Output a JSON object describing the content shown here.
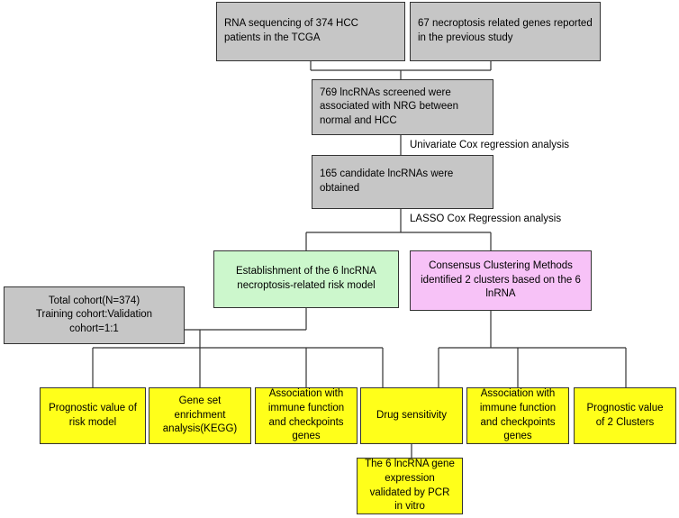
{
  "boxes": {
    "rna_seq": "RNA sequencing of 374 HCC patients in the TCGA",
    "genes67": "67 necroptosis related genes reported in the previous study",
    "lnc769": "769 lncRNAs screened were associated with NRG between normal and HCC",
    "cand165": "165 candidate lncRNAs were obtained",
    "risk_model": "Establishment of the 6 lncRNA necroptosis-related risk model",
    "consensus": "Consensus Clustering Methods identified 2 clusters based on the 6 lnRNA",
    "cohort_line1": "Total cohort(N=374)",
    "cohort_line2": "Training cohort:Validation cohort=1:1",
    "prog_risk": "Prognostic value of risk model",
    "gsea": "Gene set enrichment analysis(KEGG)",
    "immune1": "Association with immune function and checkpoints genes",
    "drug": "Drug sensitivity",
    "immune2": "Association with immune function and checkpoints genes",
    "prog_clusters": "Prognostic value of  2 Clusters",
    "pcr": "The 6 lncRNA gene expression validated by PCR in vitro"
  },
  "labels": {
    "univariate": "Univariate Cox regression analysis",
    "lasso": "LASSO Cox Regression analysis"
  },
  "colors": {
    "gray": "#c6c6c6",
    "green": "#ccf7cc",
    "pink": "#f7c2f7",
    "yellow": "#ffff1a",
    "line": "#333333"
  }
}
